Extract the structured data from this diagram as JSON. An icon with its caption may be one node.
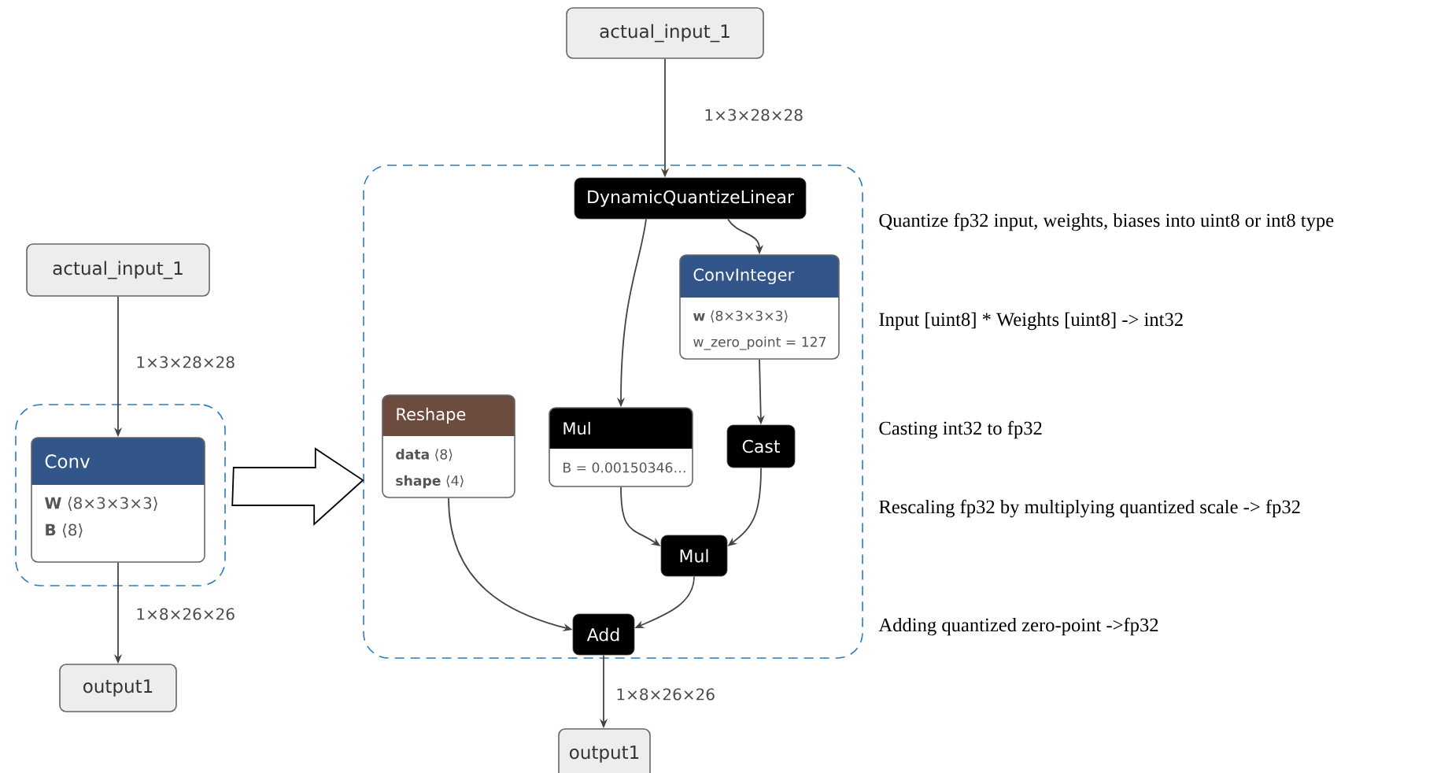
{
  "diagram": {
    "nodes": [
      {
        "text": [
          "actual_input_1"
        ]
      },
      {
        "text": [],
        "shape": "box"
      },
      {
        "text": [
          "Conv",
          "**W** ⟨8×3×3×3⟩",
          "**B** ⟨8⟩"
        ],
        "in": 1
      },
      {
        "text": [
          "output1"
        ]
      },
      {
        "text": [
          "actual_input_1"
        ]
      },
      {
        "text": [],
        "shape": "box"
      },
      {
        "text": [
          "DynamicQuantizeLinear"
        ],
        "in": 5
      },
      {
        "text": [
          "ConvInteger",
          "**w** ⟨8×3×3×3⟩",
          "w_zero_point = 127"
        ],
        "in": 5
      },
      {
        "text": [
          "Reshape",
          "**data** ⟨8⟩",
          "**shape** ⟨4⟩"
        ],
        "in": 5
      },
      {
        "text": [
          "Mul",
          "B = 0.00150346…"
        ],
        "in": 5
      },
      {
        "text": [
          "Cast"
        ],
        "in": 5
      },
      {
        "text": [
          "Mul"
        ],
        "in": 5
      },
      {
        "text": [
          "Add"
        ],
        "in": 5
      },
      {
        "text": [
          "output1"
        ]
      }
    ],
    "edges": [
      {
        "from": 0,
        "to": 2,
        "arrow": "to",
        "label": "1×3×28×28"
      },
      {
        "from": 2,
        "to": 3,
        "arrow": "to",
        "label": "1×8×26×26"
      },
      {
        "from": 1,
        "to": 5,
        "arrow": "to"
      },
      {
        "from": 4,
        "to": 6,
        "arrow": "to",
        "label": "1×3×28×28"
      },
      {
        "from": 6,
        "to": 9,
        "arrow": "to"
      },
      {
        "from": 6,
        "to": 7,
        "arrow": "to"
      },
      {
        "from": 7,
        "to": 10,
        "arrow": "to"
      },
      {
        "from": 9,
        "to": 11,
        "arrow": "to"
      },
      {
        "from": 10,
        "to": 11,
        "arrow": "to"
      },
      {
        "from": 8,
        "to": 12,
        "arrow": "to"
      },
      {
        "from": 11,
        "to": 12,
        "arrow": "to"
      },
      {
        "from": 12,
        "to": 13,
        "arrow": "to",
        "label": "1×8×26×26"
      }
    ],
    "labels": [
      "Quantize fp32 input, weights, biases into uint8 or int8 type",
      "Input [uint8] * Weights [uint8] -> int32",
      "Casting int32 to fp32",
      "Rescaling fp32 by multiplying quantized scale -> fp32",
      "Adding quantized zero-point ->fp32"
    ]
  }
}
